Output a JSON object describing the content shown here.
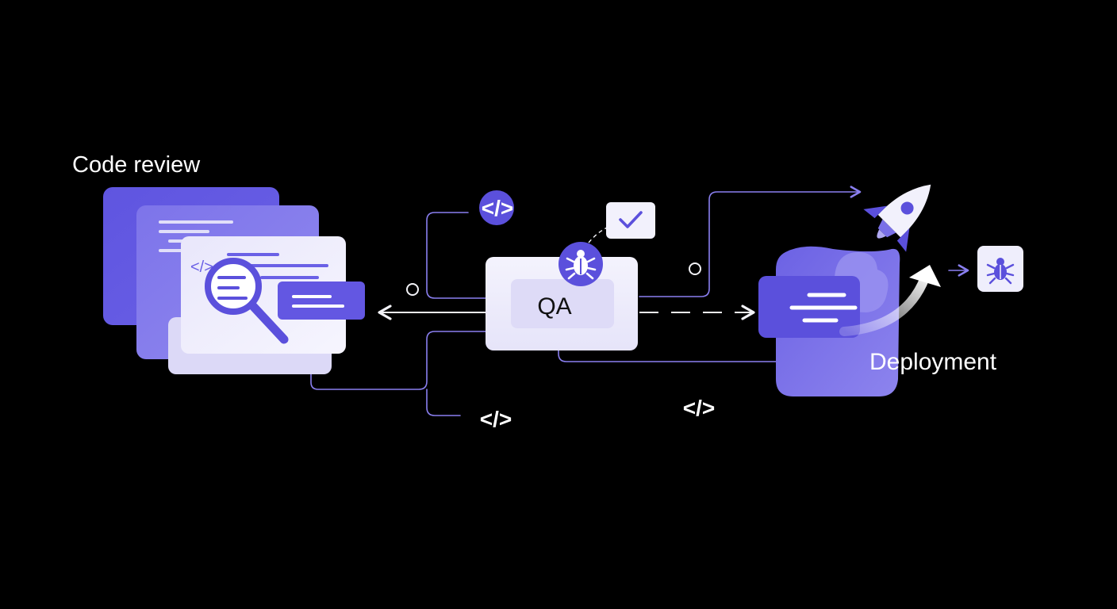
{
  "diagram": {
    "stages": {
      "code_review": {
        "label": "Code review"
      },
      "qa": {
        "label": "QA"
      },
      "deployment": {
        "label": "Deployment"
      }
    },
    "code_tag_text": "</>"
  },
  "colors": {
    "background": "#000000",
    "accent": "#5b50dc",
    "accent_mid": "#7a70e8",
    "accent_light": "#b0a9f2",
    "panel_light": "#ecebfb",
    "connector": "#8a7ff0",
    "arrow_white": "#f2f2f7"
  },
  "icons": [
    "code-tag-icon",
    "magnifier-icon",
    "bug-icon",
    "check-icon",
    "rocket-icon"
  ]
}
